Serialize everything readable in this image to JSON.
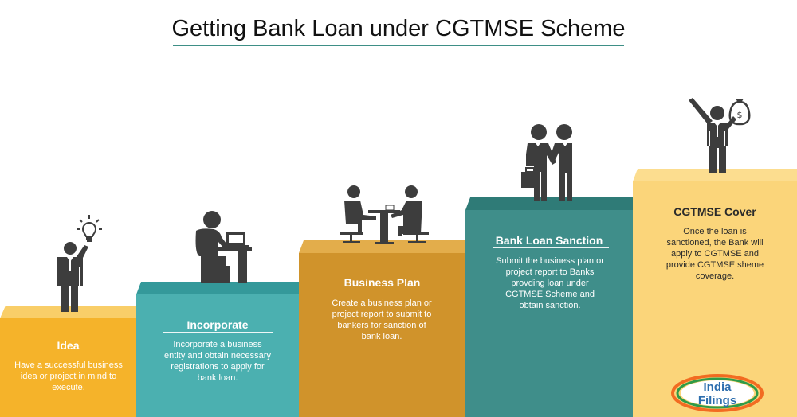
{
  "title": "Getting Bank Loan under CGTMSE Scheme",
  "colors": {
    "title_rule": "#3e8f86",
    "step1_face": "#f5b32a",
    "step1_top": "#f9ce68",
    "step2_face": "#4bb0b0",
    "step2_top": "#34999a",
    "step3_face": "#d0932b",
    "step3_top": "#e3ad4b",
    "step4_face": "#3f8e8a",
    "step4_top": "#2f7b77",
    "step5_face": "#fbd57a",
    "step5_top": "#fcdd8f",
    "figure": "#3d3d3d"
  },
  "steps": [
    {
      "title": "Idea",
      "description": "Have a successful business\nidea or project in mind to\nexecute.",
      "icon": "idea-lightbulb-person-icon"
    },
    {
      "title": "Incorporate",
      "description": "Incorporate a business\nentity and obtain necessary\nregistrations to apply for\nbank loan.",
      "icon": "person-at-desk-icon"
    },
    {
      "title": "Business Plan",
      "description": "Create a business plan or\nproject report to submit to\nbankers for sanction of\nbank loan.",
      "icon": "meeting-at-table-icon"
    },
    {
      "title": "Bank Loan Sanction",
      "description": "Submit the business plan or\nproject report to Banks\nprovding loan under\nCGTMSE Scheme and\nobtain sanction.",
      "icon": "handshake-icon"
    },
    {
      "title": "CGTMSE Cover",
      "description": "Once the loan is\nsanctioned, the Bank will\napply to CGTMSE and\nprovide CGTMSE sheme\ncoverage.",
      "icon": "celebrating-person-money-bag-icon"
    }
  ],
  "logo": {
    "line1": "India",
    "line2": "Filings"
  }
}
